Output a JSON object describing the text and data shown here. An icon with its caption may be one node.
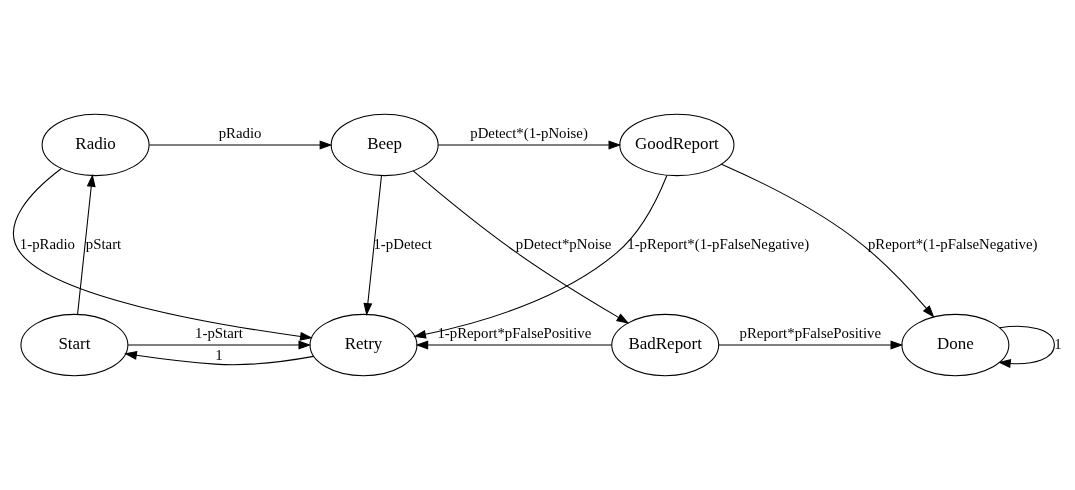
{
  "diagram": {
    "nodes": [
      {
        "text": [
          "Radio"
        ]
      },
      {
        "text": [
          "Beep"
        ]
      },
      {
        "text": [
          "GoodReport"
        ]
      },
      {
        "text": [
          "Start"
        ]
      },
      {
        "text": [
          "Retry"
        ]
      },
      {
        "text": [
          "BadReport"
        ]
      },
      {
        "text": [
          "Done"
        ]
      }
    ],
    "edges": [
      {
        "from": 0,
        "to": 1,
        "arrow": "to",
        "label": "pRadio"
      },
      {
        "from": 1,
        "to": 2,
        "arrow": "to",
        "label": "pDetect*(1-pNoise)"
      },
      {
        "from": 0,
        "to": 4,
        "arrow": "to",
        "label": "1-pRadio"
      },
      {
        "from": 1,
        "to": 4,
        "arrow": "to",
        "label": "1-pDetect"
      },
      {
        "from": 1,
        "to": 5,
        "arrow": "to",
        "label": "pDetect*pNoise"
      },
      {
        "from": 2,
        "to": 4,
        "arrow": "to",
        "label": "1-pReport*(1-pFalseNegative)"
      },
      {
        "from": 2,
        "to": 6,
        "arrow": "to",
        "label": "pReport*(1-pFalseNegative)"
      },
      {
        "from": 3,
        "to": 0,
        "arrow": "to",
        "label": "pStart"
      },
      {
        "from": 4,
        "to": 3,
        "arrow": "to",
        "label": "1"
      },
      {
        "from": 3,
        "to": 4,
        "arrow": "to",
        "label": "1-pStart"
      },
      {
        "from": 5,
        "to": 4,
        "arrow": "to",
        "label": "1-pReport*pFalsePositive"
      },
      {
        "from": 5,
        "to": 6,
        "arrow": "to",
        "label": "pReport*pFalsePositive"
      },
      {
        "from": 6,
        "to": 6,
        "arrow": "to",
        "label": "1"
      }
    ]
  }
}
